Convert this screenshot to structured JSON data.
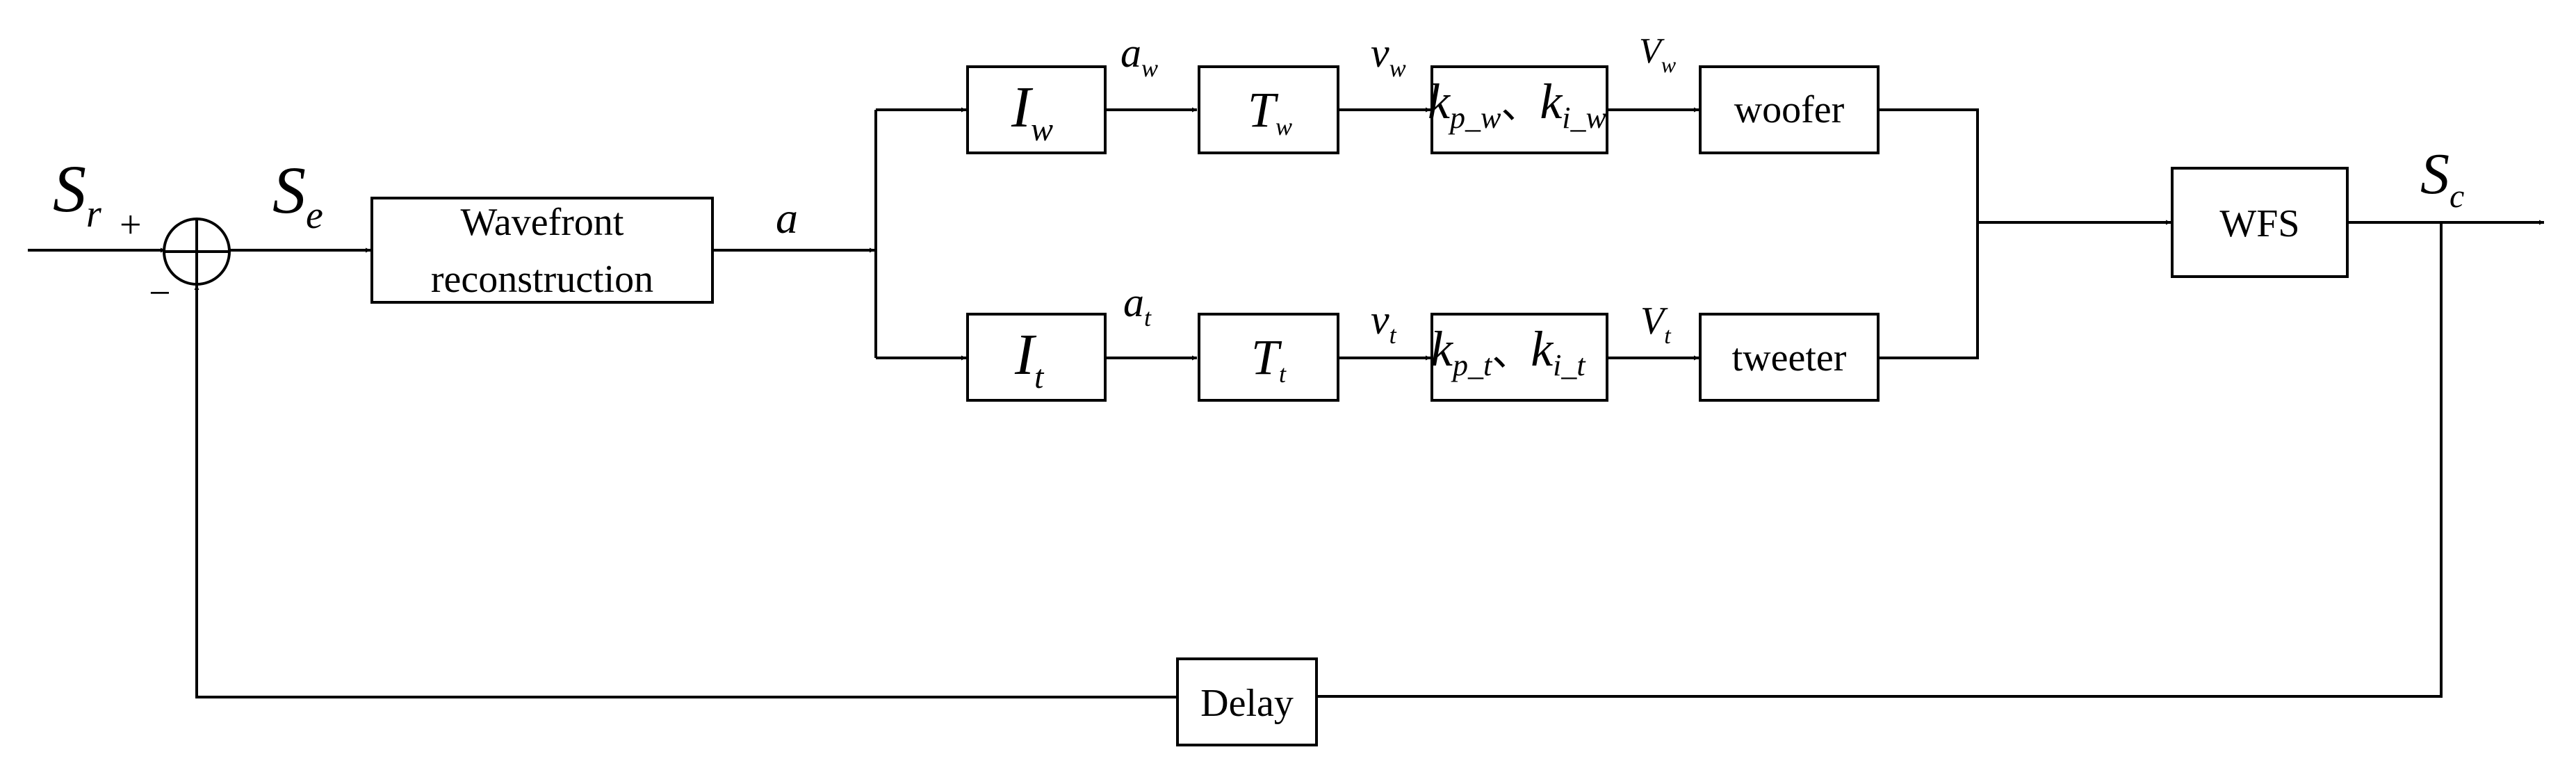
{
  "labels": {
    "sr": {
      "main": "S",
      "sub": "r"
    },
    "se": {
      "main": "S",
      "sub": "e"
    },
    "sc": {
      "main": "S",
      "sub": "c"
    },
    "plus": "+",
    "minus": "−",
    "a": "a",
    "aw": {
      "main": "a",
      "sub": "w"
    },
    "at": {
      "main": "a",
      "sub": "t"
    },
    "vw": {
      "main": "v",
      "sub": "w"
    },
    "vt": {
      "main": "v",
      "sub": "t"
    },
    "Vw": {
      "main": "V",
      "sub": "w"
    },
    "Vt": {
      "main": "V",
      "sub": "t"
    }
  },
  "blocks": {
    "wavefront_line1": "Wavefront",
    "wavefront_line2": "reconstruction",
    "iw": {
      "main": "I",
      "sub": "w"
    },
    "tw": {
      "main": "T",
      "sub": "w"
    },
    "kw": {
      "k1": "k",
      "s1": "p_w",
      "sep": "、",
      "k2": "k",
      "s2": "i_w"
    },
    "woofer": "woofer",
    "it": {
      "main": "I",
      "sub": "t"
    },
    "tt": {
      "main": "T",
      "sub": "t"
    },
    "kt": {
      "k1": "k",
      "s1": "p_t",
      "sep": "、",
      "k2": "k",
      "s2": "i_t"
    },
    "tweeter": "tweeter",
    "wfs": "WFS",
    "delay": "Delay"
  }
}
